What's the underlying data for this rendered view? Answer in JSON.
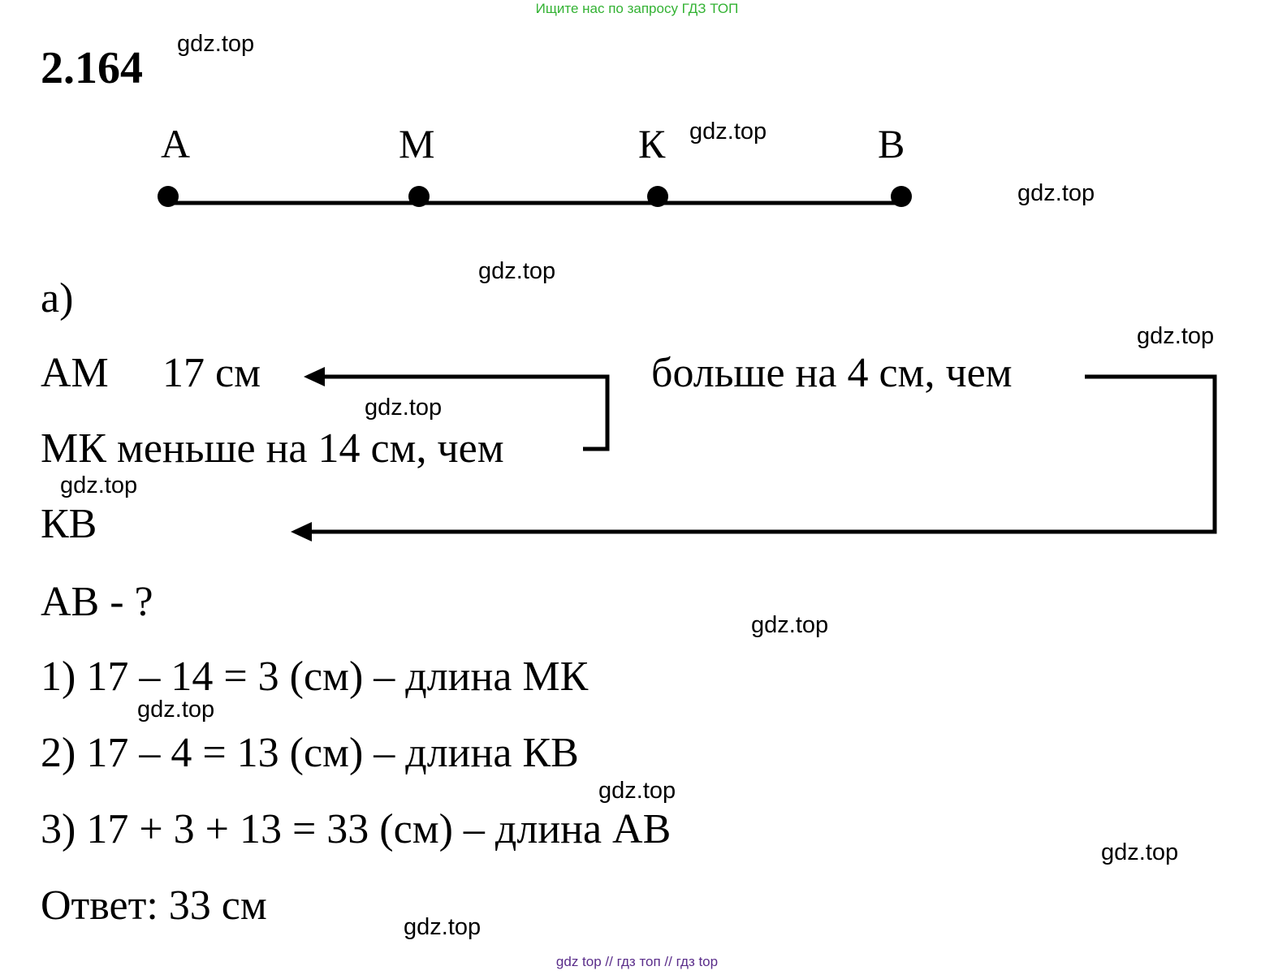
{
  "header": {
    "banner": "Ищите нас по запросу ГДЗ ТОП"
  },
  "problem": {
    "number": "2.164"
  },
  "segment": {
    "points": [
      "A",
      "M",
      "К",
      "B"
    ]
  },
  "part": {
    "label": "а)"
  },
  "conditions": {
    "am_label": "АМ",
    "am_value": "17 см",
    "mk_text": "МК меньше на 14 см, чем",
    "kb_text": "больше на 4 см, чем",
    "kb_label": "КВ",
    "question": "АВ - ?"
  },
  "solution": {
    "steps": [
      "1) 17 – 14 = 3 (см) – длина МК",
      "2) 17 – 4 = 13 (см) – длина КВ",
      "3) 17 + 3 + 13 = 33 (см) – длина АВ"
    ],
    "answer": "Ответ: 33 см"
  },
  "watermarks": [
    "gdz.top",
    "gdz.top",
    "gdz.top",
    "gdz.top",
    "gdz.top",
    "gdz.top",
    "gdz.top",
    "gdz.top",
    "gdz.top",
    "gdz.top",
    "gdz.top",
    "gdz.top"
  ],
  "footer": {
    "text": "gdz top  //  гдз топ  //  гдз top"
  }
}
